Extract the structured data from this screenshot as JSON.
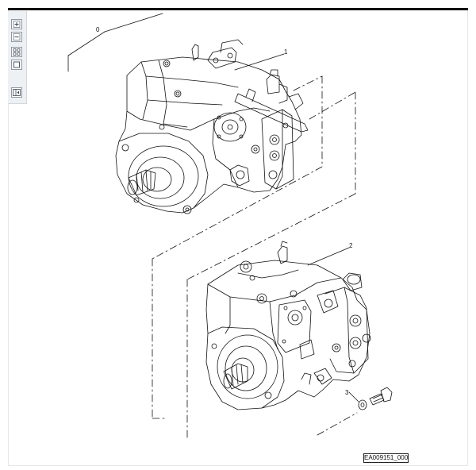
{
  "toolbar": {
    "buttons": [
      {
        "name": "zoom-in",
        "icon": "plus-icon"
      },
      {
        "name": "zoom-out",
        "icon": "minus-icon"
      },
      {
        "name": "fit-to-page",
        "icon": "fit-grid-icon"
      },
      {
        "name": "actual-size",
        "icon": "square-icon"
      },
      {
        "name": "toggle-panel",
        "icon": "panel-toggle-icon"
      }
    ]
  },
  "diagram": {
    "callouts": [
      {
        "id": "callout-0",
        "label": "0"
      },
      {
        "id": "callout-1",
        "label": "1"
      },
      {
        "id": "callout-2",
        "label": "2"
      },
      {
        "id": "callout-3",
        "label": "3"
      }
    ],
    "reference_code": "EA009151_000"
  },
  "colors": {
    "line": "#111111",
    "toolbar_bg": "#eef1f4",
    "toolbar_border": "#8e98a3"
  }
}
